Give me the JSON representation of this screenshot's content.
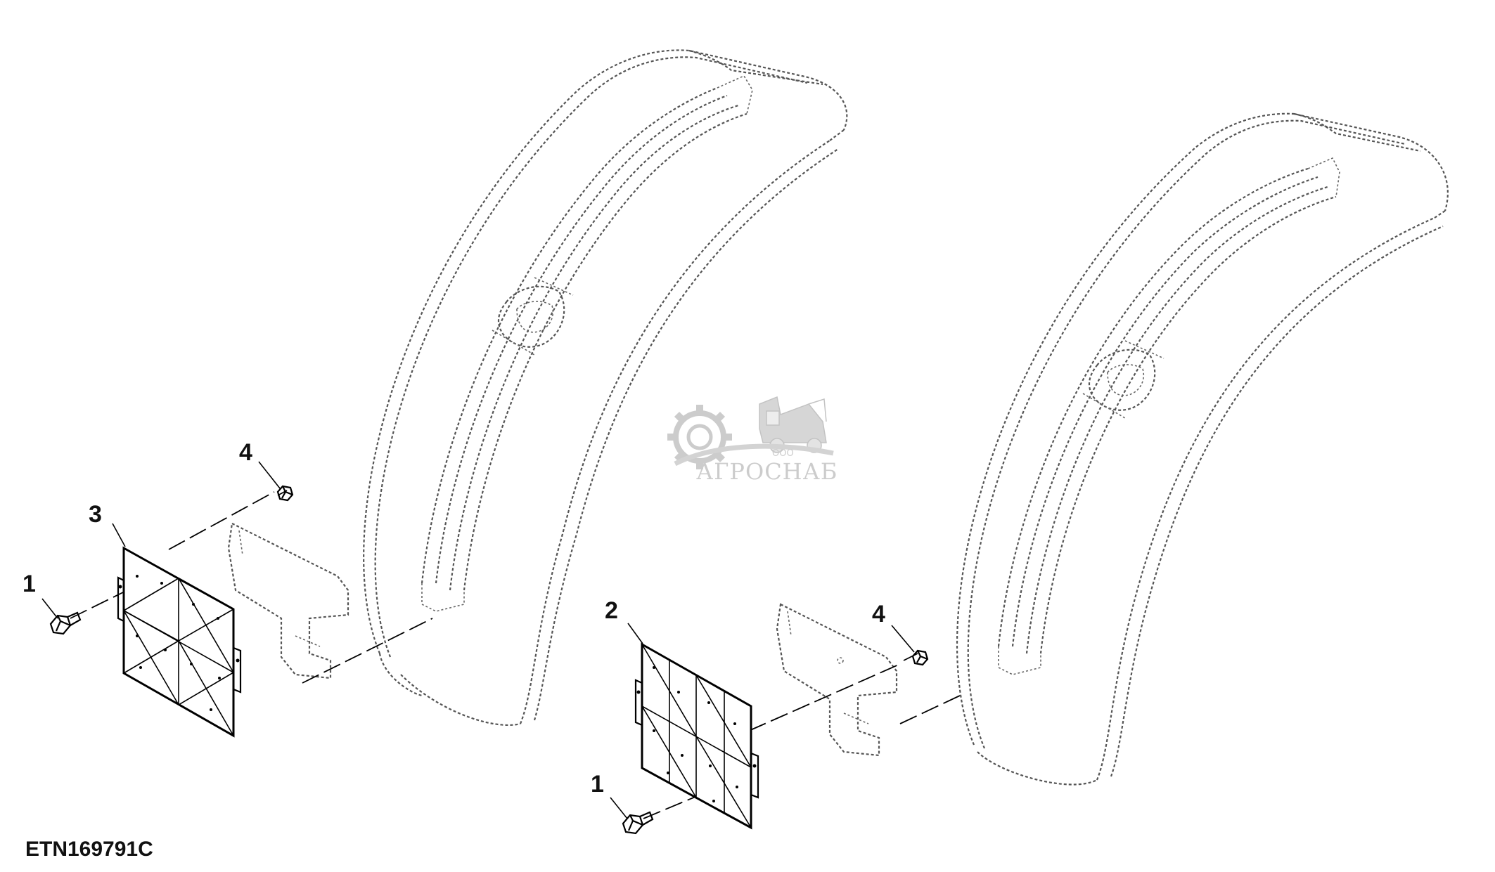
{
  "figure_id": "ETN169791C",
  "callouts": {
    "left_bolt": "1",
    "right_bolt": "1",
    "right_reflector": "2",
    "left_reflector": "3",
    "left_nut": "4",
    "right_nut": "4"
  },
  "watermark": {
    "small": "ООО",
    "brand": "АГРОСНАБ"
  },
  "colors": {
    "line": "#000000",
    "ghost_line": "#555555",
    "watermark": "#c7c7c7",
    "background": "#ffffff"
  }
}
